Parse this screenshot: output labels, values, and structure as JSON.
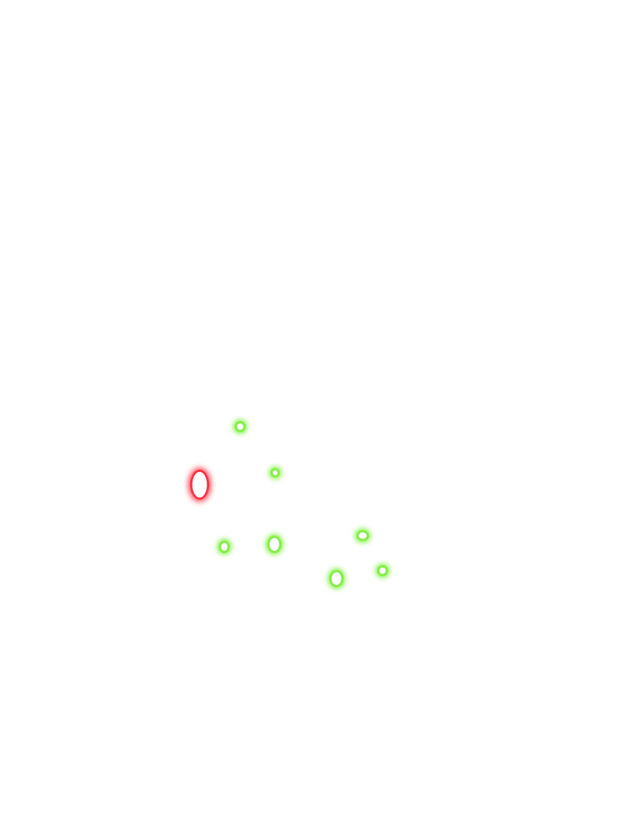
{
  "background_color": "#ffffff",
  "colors": {
    "green_glow": "#7cf03a",
    "red_glow": "#ff2a3a",
    "core": "#ffffff",
    "core_outline": "#d9d9d9"
  },
  "blobs": [
    {
      "name": "blob-green-1",
      "color": "green"
    },
    {
      "name": "blob-green-2",
      "color": "green"
    },
    {
      "name": "blob-red-1",
      "color": "red"
    },
    {
      "name": "blob-green-3",
      "color": "green"
    },
    {
      "name": "blob-green-4",
      "color": "green"
    },
    {
      "name": "blob-green-5",
      "color": "green"
    },
    {
      "name": "blob-green-6",
      "color": "green"
    },
    {
      "name": "blob-green-7",
      "color": "green"
    }
  ]
}
